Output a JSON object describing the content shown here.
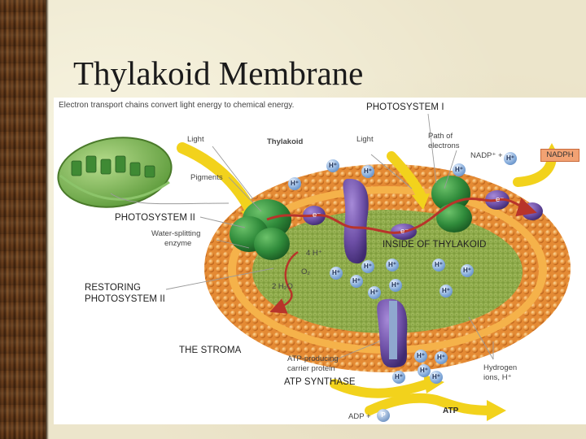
{
  "slide": {
    "title": "Thylakoid Membrane"
  },
  "figure": {
    "caption": "Electron transport chains convert light energy to chemical energy.",
    "labels": {
      "photosystem_i": "PHOTOSYSTEM I",
      "photosystem_ii": "PHOTOSYSTEM II",
      "inside_of_thylakoid": "INSIDE OF THYLAKOID",
      "restoring_line1": "RESTORING",
      "restoring_line2": "PHOTOSYSTEM II",
      "the_stroma": "THE STROMA",
      "atp_synthase": "ATP SYNTHASE",
      "light_left": "Light",
      "light_right": "Light",
      "thylakoid": "Thylakoid",
      "pigments": "Pigments",
      "path_of_electrons_1": "Path of",
      "path_of_electrons_2": "electrons",
      "nadp_plus": "NADP⁺ +",
      "nadph": "NADPH",
      "water_splitting_1": "Water-splitting",
      "water_splitting_2": "enzyme",
      "four_h": "4 H⁺",
      "o2": "O₂",
      "two_h2o": "2 H₂O",
      "atp_producing_1": "ATP-producing",
      "atp_producing_2": "carrier protein",
      "hydrogen_ions_1": "Hydrogen",
      "hydrogen_ions_2": "ions, H⁺",
      "adp_plus": "ADP +",
      "p": "P",
      "atp": "ATP",
      "h_plus": "H⁺",
      "e_minus": "e⁻"
    }
  },
  "colors": {
    "membrane_orange": "#e8923a",
    "lumen_green": "#8fb04a",
    "photosystem_green": "#2f8a3a",
    "carrier_purple": "#6d4fa6",
    "electron_path_red": "#b8342a",
    "light_arrow_yellow": "#f2d21c"
  }
}
